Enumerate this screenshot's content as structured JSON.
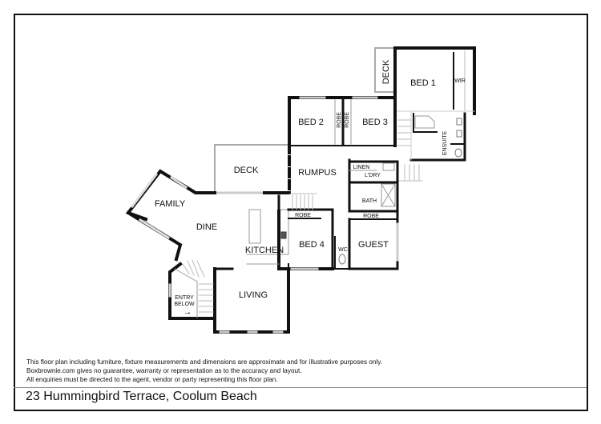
{
  "floor_plan": {
    "rooms": {
      "bed1": "BED 1",
      "wir": "WIR",
      "deck_upper": "DECK",
      "bed2": "BED 2",
      "robe_bed2": "ROBE",
      "robe_bed3": "ROBE",
      "bed3": "BED 3",
      "ensuite": "ENSUITE",
      "deck": "DECK",
      "rumpus": "RUMPUS",
      "linen": "LINEN",
      "laundry": "L'DRY",
      "bath": "BATH",
      "family": "FAMILY",
      "dine": "DINE",
      "robe_bed4": "ROBE",
      "bed4": "BED 4",
      "wc": "WC",
      "robe_guest": "ROBE",
      "guest": "GUEST",
      "kitchen": "KITCHEN",
      "living": "LIVING",
      "entry_line1": "ENTRY",
      "entry_line2": "BELOW",
      "entry_arrow": "→"
    }
  },
  "footer": {
    "disclaimer": [
      "This floor plan including furniture, fixture measurements and dimensions are approximate and for illustrative purposes only.",
      "Boxbrownie.com gives no guarantee, warranty or representation as to the accuracy and layout.",
      "All enquiries must be directed to the agent, vendor or party representing this floor plan."
    ],
    "address": "23 Hummingbird Terrace, Coolum Beach"
  }
}
